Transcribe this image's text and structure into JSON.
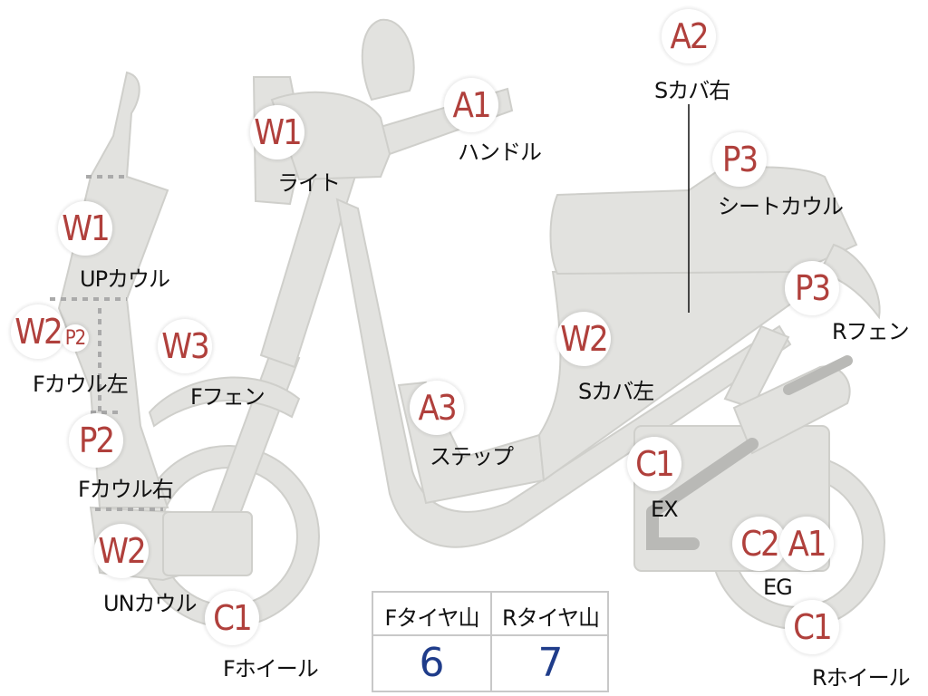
{
  "parts": [
    {
      "id": "A2",
      "code": "A2",
      "label": "Sカバ右"
    },
    {
      "id": "A1_handle",
      "code": "A1",
      "label": "ハンドル"
    },
    {
      "id": "W1_light",
      "code": "W1",
      "label": "ライト"
    },
    {
      "id": "P3_seat",
      "code": "P3",
      "label": "シートカウル"
    },
    {
      "id": "W1_upcowl",
      "code": "W1",
      "label": "UPカウル"
    },
    {
      "id": "P3_rfen",
      "code": "P3",
      "label": "Rフェン"
    },
    {
      "id": "W2_fcowl_left",
      "code": "W2",
      "label": "Fカウル左"
    },
    {
      "id": "P2_small",
      "code": "P2"
    },
    {
      "id": "W3_ffen",
      "code": "W3",
      "label": "Fフェン"
    },
    {
      "id": "W2_scover_left",
      "code": "W2",
      "label": "Sカバ左"
    },
    {
      "id": "A3_step",
      "code": "A3",
      "label": "ステップ"
    },
    {
      "id": "P2_fcowl_right",
      "code": "P2",
      "label": "Fカウル右"
    },
    {
      "id": "C1_ex",
      "code": "C1",
      "label": "EX"
    },
    {
      "id": "W2_uncowl",
      "code": "W2",
      "label": "UNカウル"
    },
    {
      "id": "C2_eg",
      "code": "C2",
      "label": "EG"
    },
    {
      "id": "A1_eg",
      "code": "A1"
    },
    {
      "id": "C1_fwheel",
      "code": "C1",
      "label": "Fホイール"
    },
    {
      "id": "C1_rwheel",
      "code": "C1",
      "label": "Rホイール"
    }
  ],
  "tire_table": {
    "front_header": "Fタイヤ山",
    "rear_header": "Rタイヤ山",
    "front_value": "6",
    "rear_value": "7"
  },
  "colors": {
    "body_fill": "#e2e2df",
    "body_stroke": "#cfcfcb",
    "marker_text": "#b0403c",
    "value_text": "#1f3c8a",
    "dotted": "#aaaaaa"
  }
}
